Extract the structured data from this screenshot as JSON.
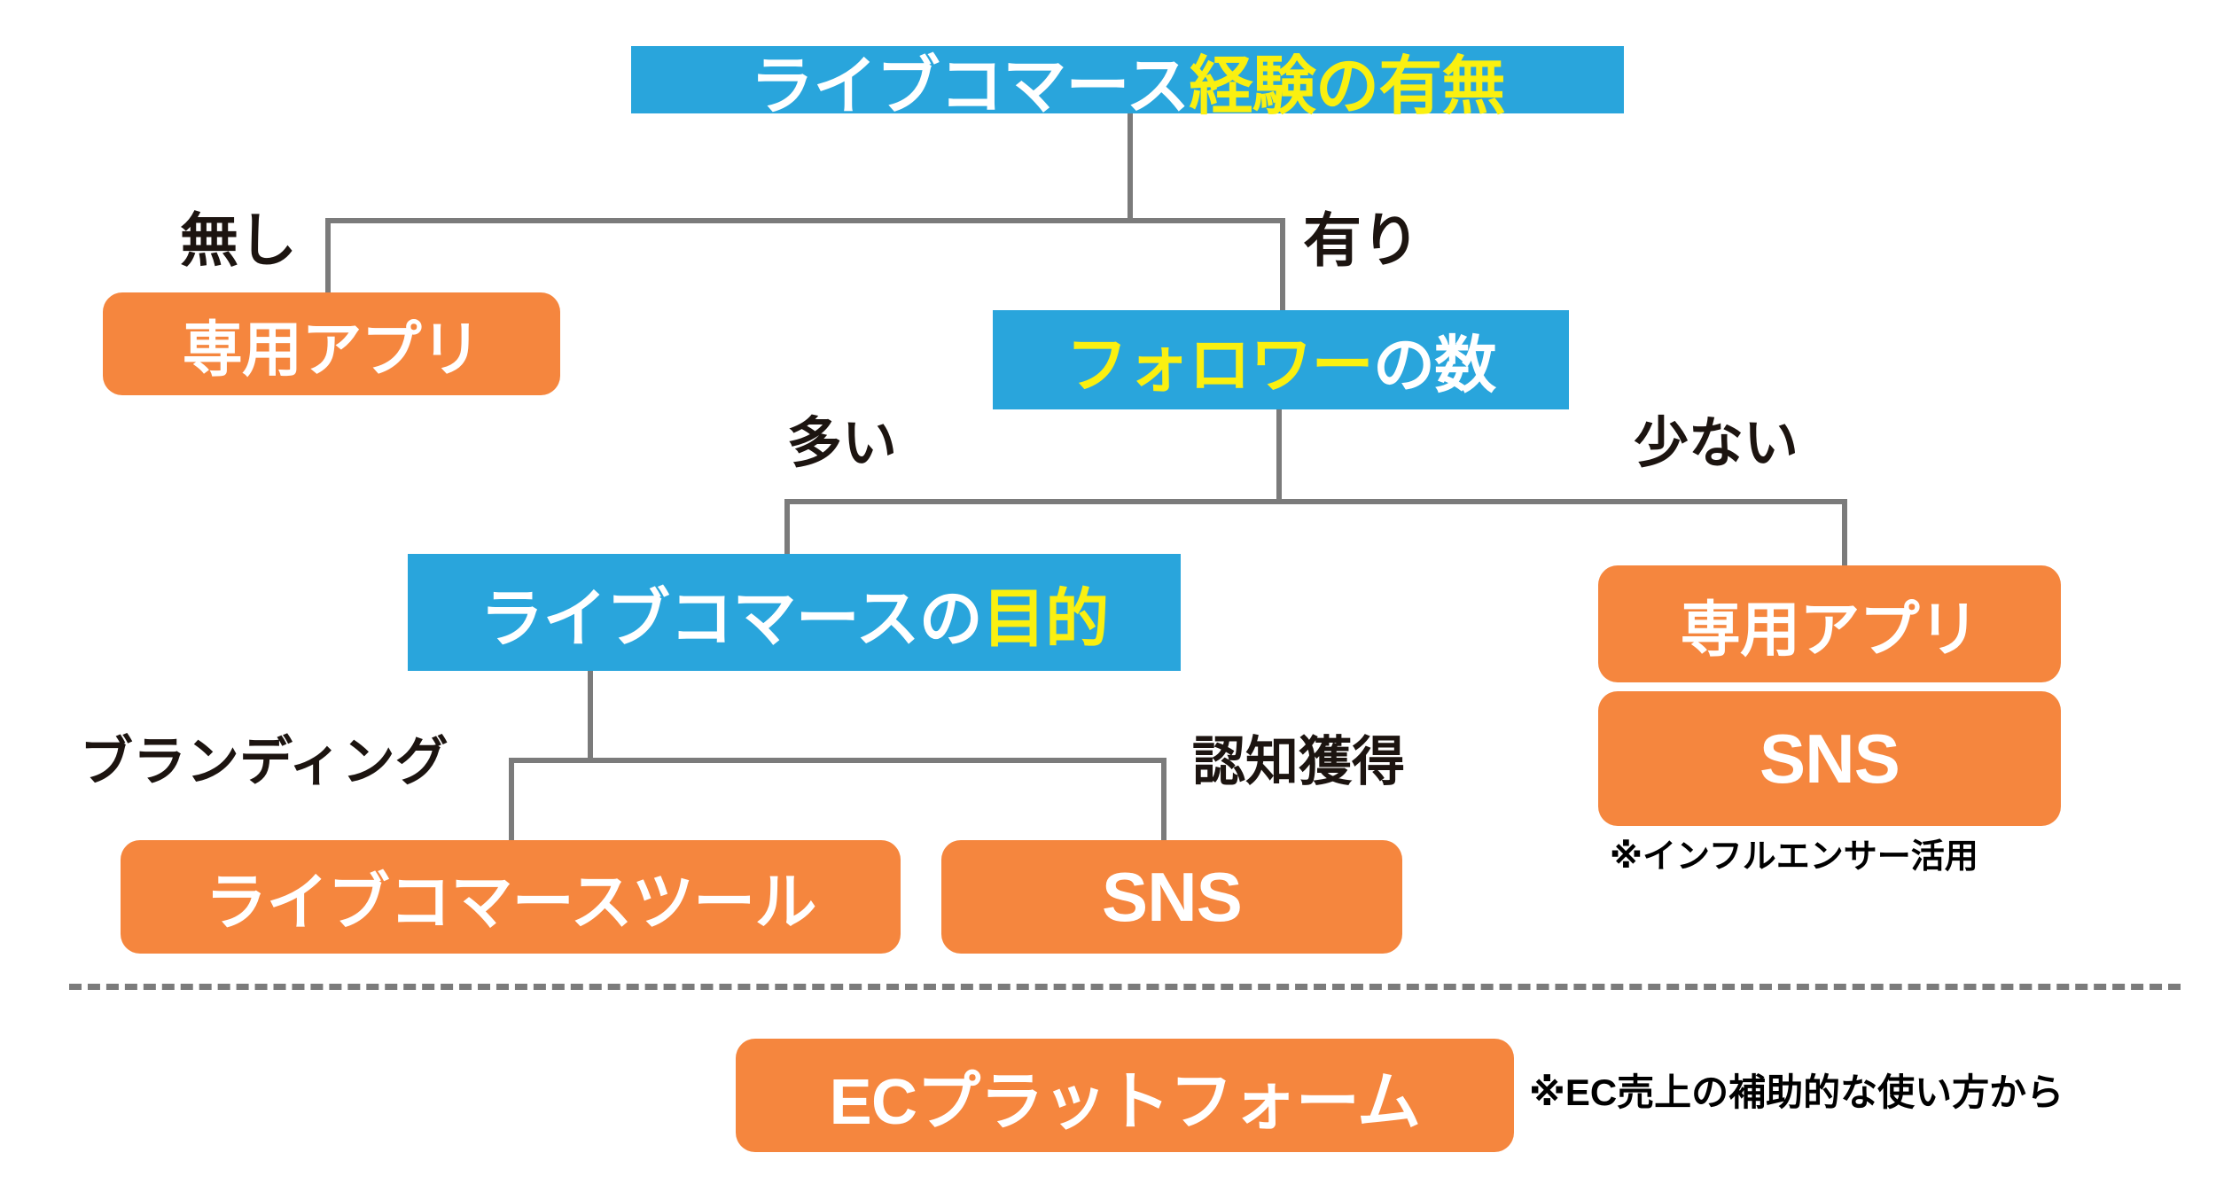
{
  "diagram": {
    "title_node": {
      "text": "ライブコマース経験の有無",
      "part_white": "ライブコマース",
      "part_yellow": "経験の有無"
    },
    "nodes": {
      "followers": {
        "text": "フォロワーの数",
        "part_yellow": "フォロワー",
        "part_white": "の数"
      },
      "purpose": {
        "text": "ライブコマースの目的",
        "part_white": "ライブコマースの",
        "part_yellow": "目的"
      },
      "app_left": "専用アプリ",
      "app_right": "専用アプリ",
      "sns_right": "SNS",
      "live_tool": "ライブコマースツール",
      "sns_mid": "SNS",
      "ec_platform": "ECプラットフォーム"
    },
    "edge_labels": {
      "none": "無し",
      "yes": "有り",
      "many": "多い",
      "few": "少ない",
      "branding": "ブランディング",
      "awareness": "認知獲得"
    },
    "notes": {
      "influencer": "※インフルエンサー活用",
      "ec_sales": "※EC売上の補助的な使い方から"
    },
    "colors": {
      "blue": "#29A5DC",
      "orange": "#F5863E",
      "yellow": "#FAF010",
      "line_gray": "#7b7b7b",
      "text_dark": "#1c1410",
      "background": "#ffffff"
    }
  }
}
